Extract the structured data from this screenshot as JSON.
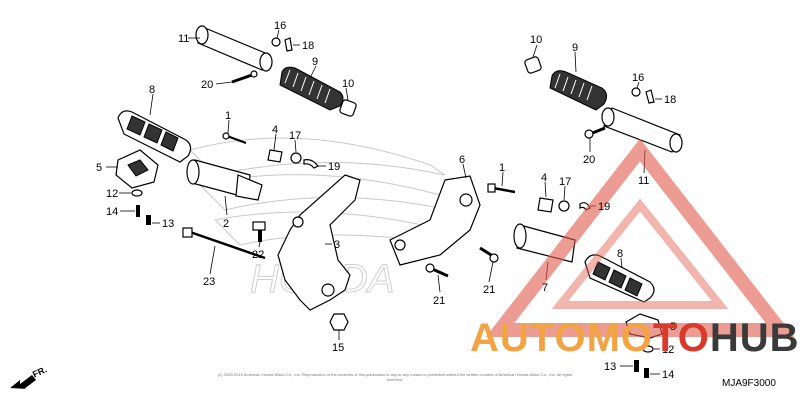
{
  "callouts": {
    "c11a": "11",
    "c16a": "16",
    "c18a": "18",
    "c9a": "9",
    "c10a": "10",
    "c20a": "20",
    "c8a": "8",
    "c1a": "1",
    "c4a": "4",
    "c17a": "17",
    "c19a": "19",
    "c5a": "5",
    "c12a": "12",
    "c14a": "14",
    "c13a": "13",
    "c2": "2",
    "c22": "22",
    "c3": "3",
    "c23": "23",
    "c15": "15",
    "c6": "6",
    "c1b": "1",
    "c4b": "4",
    "c17b": "17",
    "c19b": "19",
    "c21a": "21",
    "c21b": "21",
    "c7": "7",
    "c10b": "10",
    "c9b": "9",
    "c16b": "16",
    "c18b": "18",
    "c20b": "20",
    "c11b": "11",
    "c8b": "8",
    "c5b": "5",
    "c12b": "12",
    "c13b": "13",
    "c14b": "14"
  },
  "brand_ghost": "HONDA",
  "copyright": "(c) 2000-2015 American Honda Motor Co., Inc. Reproduction of the contents of this publication in any or any means is prohibited without the written consent of American Honda Motor Co., Inc. All rights reserved.",
  "diagram_code": "MJA9F3000",
  "front_label": "FR.",
  "watermark": {
    "part1": "AUTOMO",
    "part2": "TO",
    "part3": "HUB",
    "color_orange": "#f2a444",
    "color_red": "#d93a2b",
    "color_dark": "#3a3a3a"
  }
}
